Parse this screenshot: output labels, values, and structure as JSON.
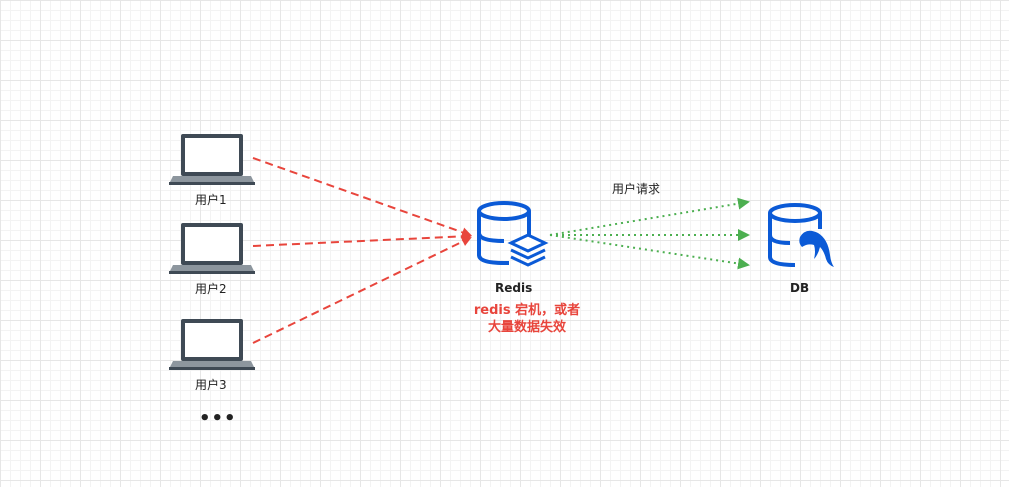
{
  "nodes": {
    "user1": {
      "label": "用户1",
      "icon": "laptop-icon"
    },
    "user2": {
      "label": "用户2",
      "icon": "laptop-icon"
    },
    "user3": {
      "label": "用户3",
      "icon": "laptop-icon"
    },
    "more": {
      "label": "•••"
    },
    "redis": {
      "label": "Redis",
      "icon": "redis-database-icon"
    },
    "db": {
      "label": "DB",
      "icon": "mysql-database-icon"
    }
  },
  "edges": {
    "requests_label": "用户请求"
  },
  "annotation": {
    "line1": "redis 宕机，或者",
    "line2": "大量数据失效"
  },
  "colors": {
    "red_arrow": "#e8453c",
    "green_arrow": "#4caf50",
    "db_blue": "#0b5ad6",
    "laptop_dark": "#3f4a55"
  }
}
